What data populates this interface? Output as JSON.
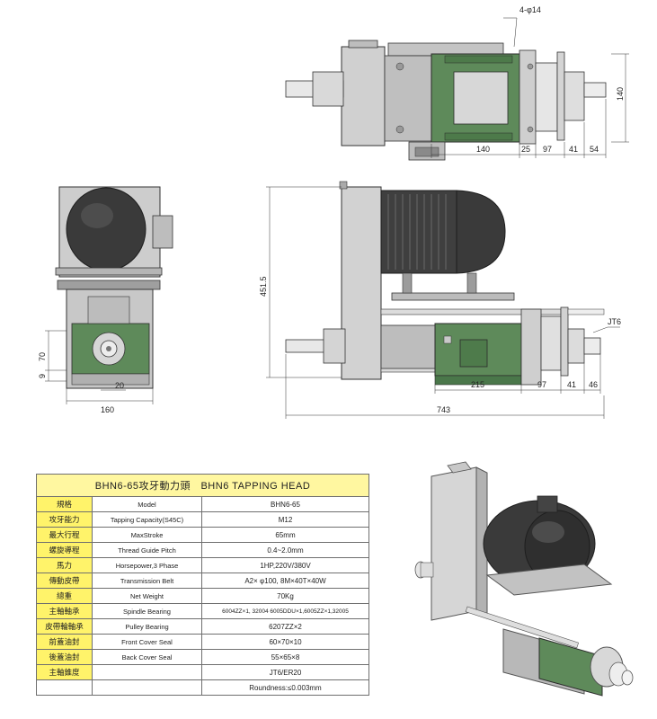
{
  "drawing": {
    "top_view": {
      "callout_holes": "4-φ14",
      "dims": [
        "140",
        "25",
        "97",
        "41",
        "54"
      ],
      "height_dim": "140"
    },
    "end_view": {
      "dims_horizontal": [
        "20",
        "160"
      ],
      "dims_vertical": [
        "70",
        "9"
      ]
    },
    "side_view": {
      "height_dim": "451.5",
      "taper_label": "JT6",
      "dims": [
        "215",
        "97",
        "41",
        "46"
      ],
      "overall_length": "743"
    }
  },
  "spec_table": {
    "title": "BHN6-65攻牙動力頭　BHN6 TAPPING HEAD",
    "rows": [
      {
        "zh": "規格",
        "en": "Model",
        "value": "BHN6-65"
      },
      {
        "zh": "攻牙能力",
        "en": "Tapping Capacity(S45C)",
        "value": "M12"
      },
      {
        "zh": "最大行程",
        "en": "MaxStroke",
        "value": "65mm"
      },
      {
        "zh": "螺旋導程",
        "en": "Thread Guide Pitch",
        "value": "0.4~2.0mm"
      },
      {
        "zh": "馬力",
        "en": "Horsepower,3 Phase",
        "value": "1HP,220V/380V"
      },
      {
        "zh": "傳動皮帶",
        "en": "Transmission Belt",
        "value": "A2× φ100, 8M×40T×40W"
      },
      {
        "zh": "總重",
        "en": "Net Weight",
        "value": "70Kg"
      },
      {
        "zh": "主軸軸承",
        "en": "Spindle Bearing",
        "value": "6004ZZ×1, 32004   6005DDU×1,6005ZZ×1,32005"
      },
      {
        "zh": "皮帶輪軸承",
        "en": "Pulley Bearing",
        "value": "6207ZZ×2"
      },
      {
        "zh": "前蓋油封",
        "en": "Front Cover Seal",
        "value": "60×70×10"
      },
      {
        "zh": "後蓋油封",
        "en": "Back Cover Seal",
        "value": "55×65×8"
      },
      {
        "zh": "主軸錐度",
        "en": "",
        "value": "JT6/ER20"
      },
      {
        "zh": "",
        "en": "",
        "value": "Roundness:≤0.003mm"
      }
    ]
  },
  "colors": {
    "housing_green": "#5e8a5a",
    "motor_dark": "#3a3a3a",
    "plate_gray": "#c9c9c9",
    "table_header": "#fff36a"
  }
}
